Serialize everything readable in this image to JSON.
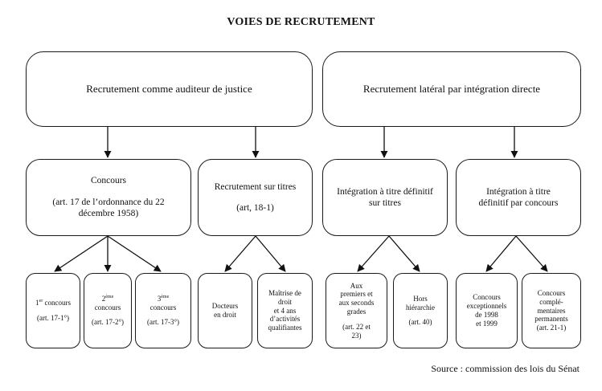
{
  "title": "VOIES DE RECRUTEMENT",
  "level1": {
    "left": "Recrutement comme auditeur de justice",
    "right": "Recrutement latéral par intégration directe"
  },
  "level2": {
    "concours": {
      "title": "Concours",
      "ref_line1": "(art. 17 de l’ordonnance du 22",
      "ref_line2": "décembre 1958)"
    },
    "titres": {
      "title": "Recrutement sur titres",
      "ref": "(art, 18-1)"
    },
    "integration_titres": {
      "line1": "Intégration à titre définitif",
      "line2": "sur titres"
    },
    "integration_concours": {
      "line1": "Intégration à titre",
      "line2": "définitif par concours"
    }
  },
  "level3": {
    "c1": {
      "num": "1",
      "sup": "er",
      "label": " concours",
      "ref": "(art. 17-1°)"
    },
    "c2": {
      "num": "2",
      "sup": "ème",
      "label": "concours",
      "ref": "(art. 17-2°)"
    },
    "c3": {
      "num": "3",
      "sup": "ème",
      "label": "concours",
      "ref": "(art. 17-3°)"
    },
    "docteurs": {
      "line1": "Docteurs",
      "line2": "en droit"
    },
    "maitrise": {
      "line1": "Maîtrise de",
      "line2": "droit",
      "line3": "et 4 ans",
      "line4": "d’activités",
      "line5": "qualifiantes"
    },
    "premiers": {
      "line1": "Aux",
      "line2": "premiers et",
      "line3": "aux seconds",
      "line4": "grades",
      "ref1": "(art. 22 et",
      "ref2": "23)"
    },
    "hors": {
      "line1": "Hors",
      "line2": "hiérarchie",
      "ref": "(art. 40)"
    },
    "exceptionnels": {
      "line1": "Concours",
      "line2": "exceptionnels",
      "line3": "de 1998",
      "line4": "et 1999"
    },
    "complementaires": {
      "line1": "Concours",
      "line2": "complé-",
      "line3": "mentaires",
      "line4": "permanents",
      "ref": "(art. 21-1)"
    }
  },
  "source": "Source : commission des lois du Sénat"
}
